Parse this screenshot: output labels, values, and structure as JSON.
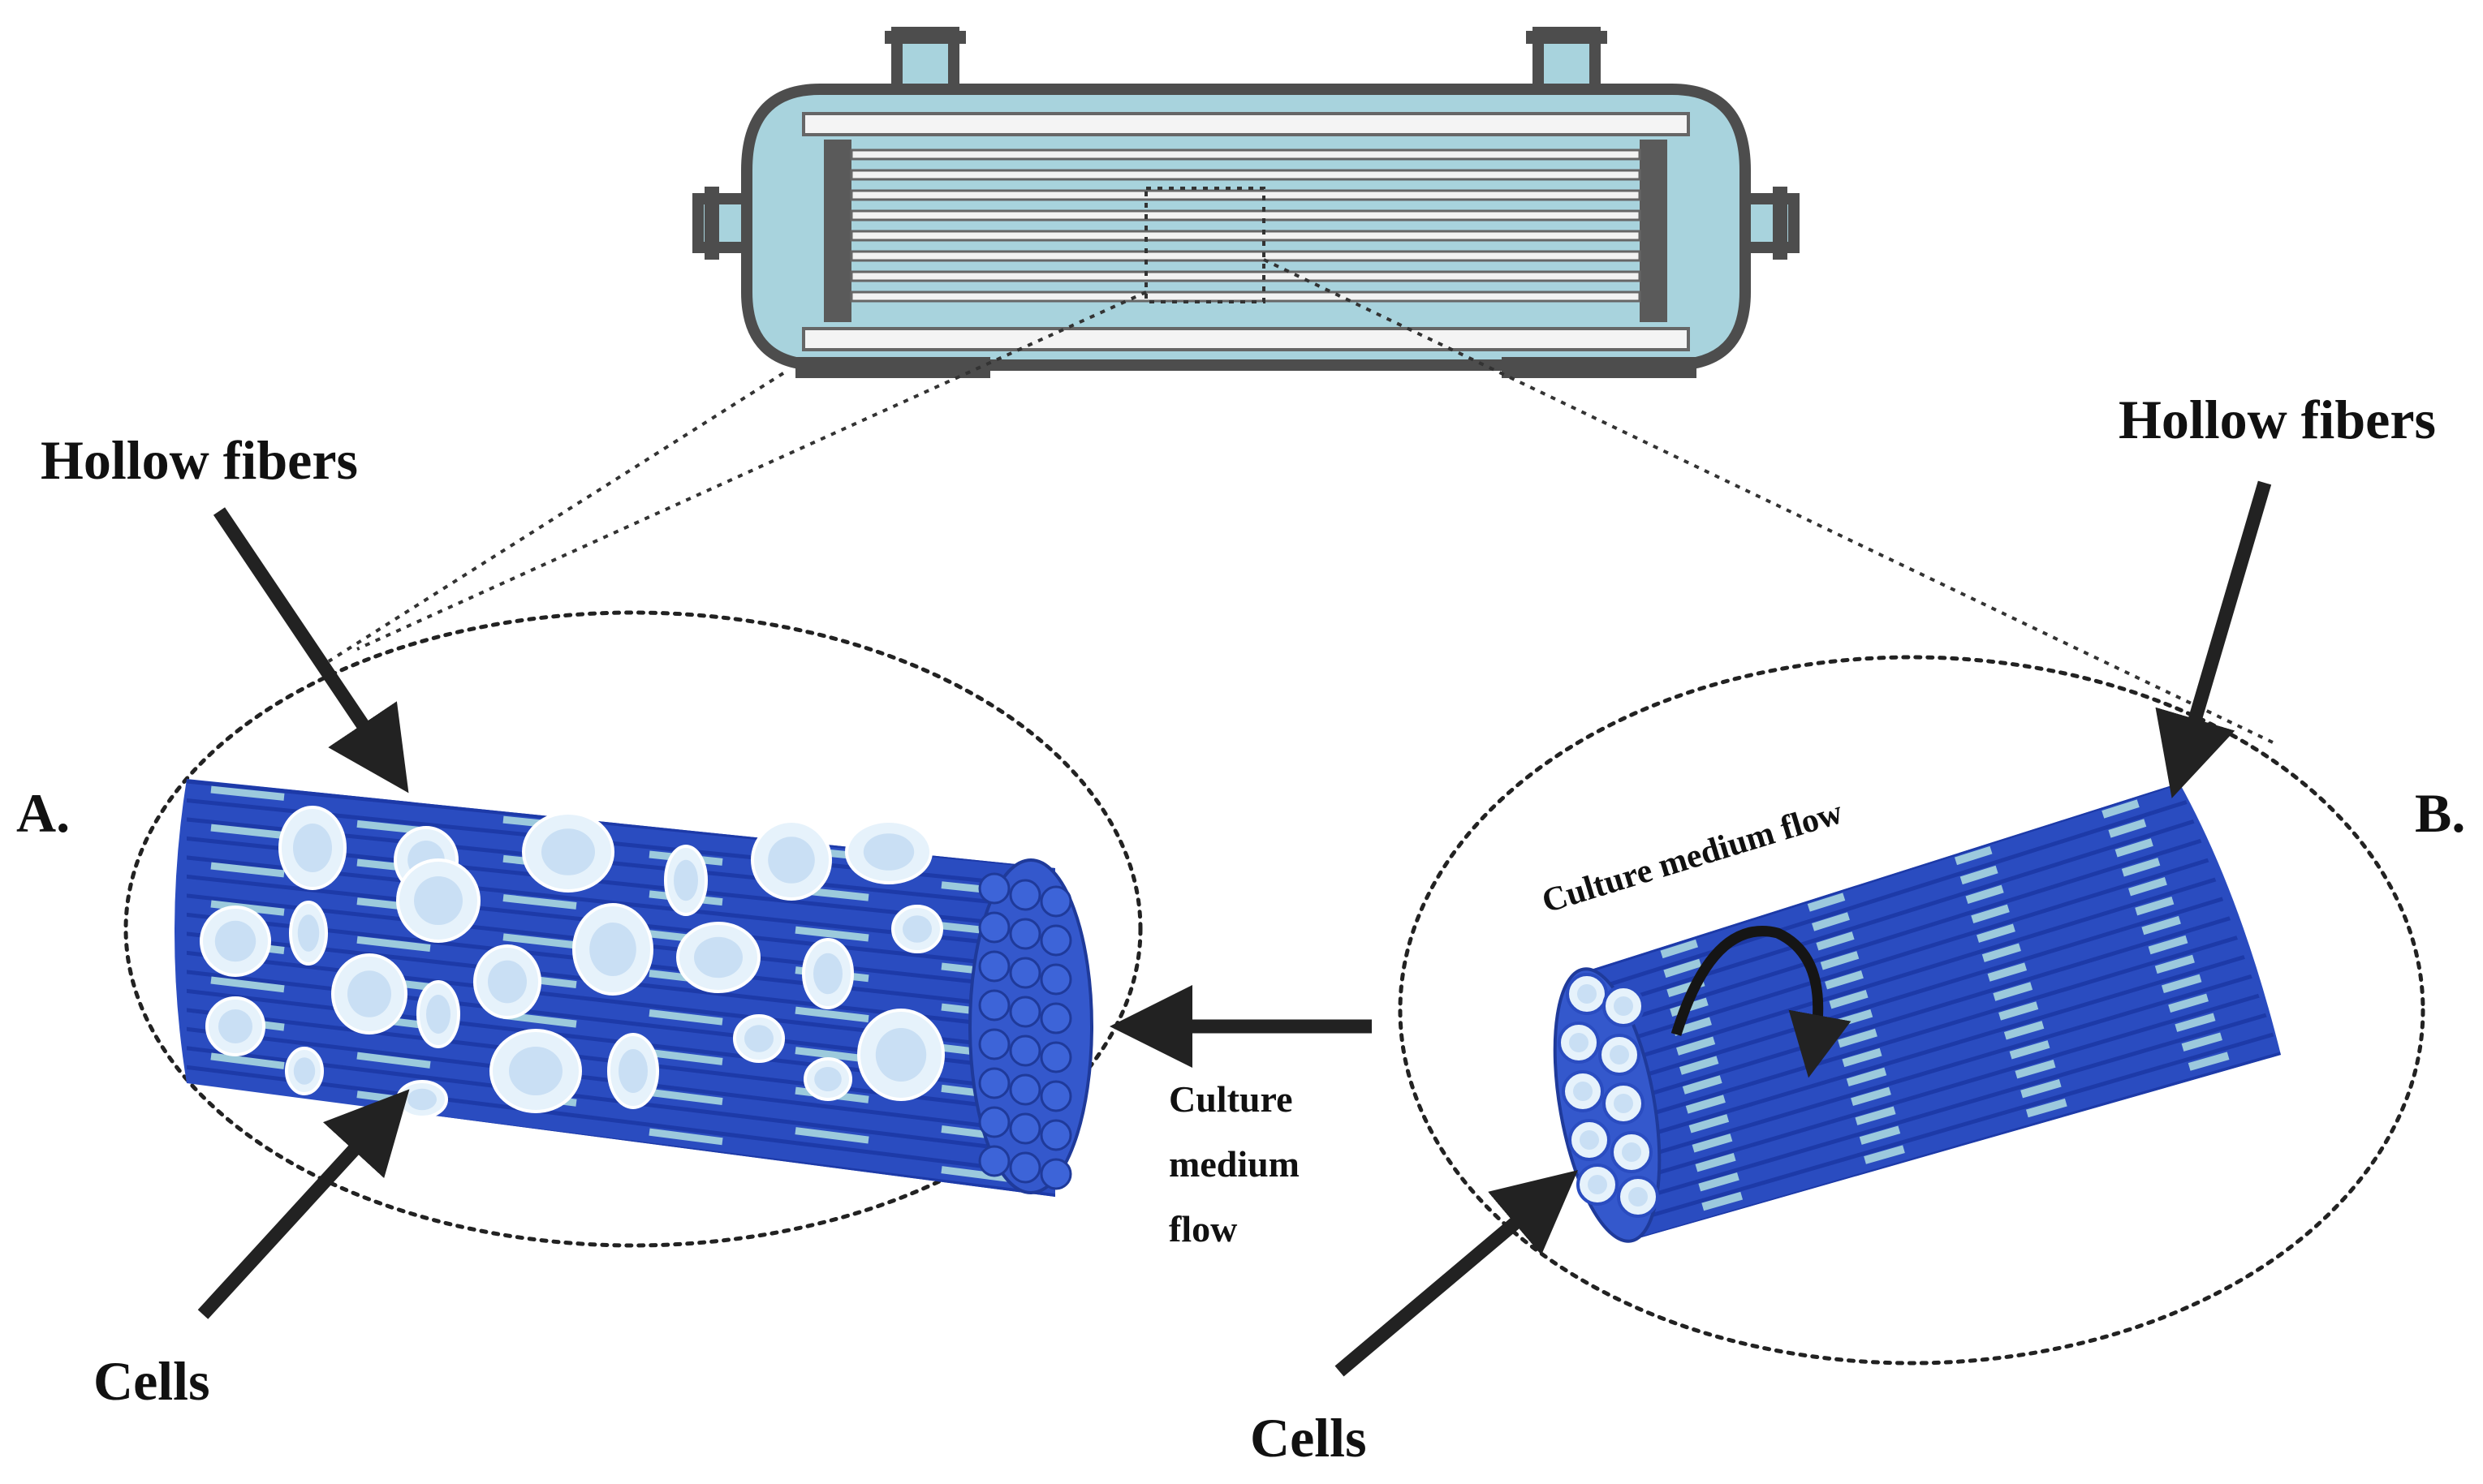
{
  "labels": {
    "panel_a": "A.",
    "panel_b": "B.",
    "hollow_fibers_left": "Hollow fibers",
    "hollow_fibers_right": "Hollow fibers",
    "cells_left": "Cells",
    "cells_right": "Cells",
    "culture_flow_center": [
      "Culture",
      "medium",
      "flow"
    ],
    "culture_flow_right": "Culture medium flow"
  },
  "colors": {
    "fiber_dark": "#2a4cc0",
    "fiber_mid": "#3b62d4",
    "fiber_light": "#a9d8e0",
    "cell_fill": "#e6f2fb",
    "cell_nucleus": "#c9dff4",
    "housing_fill": "#a8d3dd",
    "housing_frame": "#4d4d4d",
    "arrow": "#222222"
  }
}
